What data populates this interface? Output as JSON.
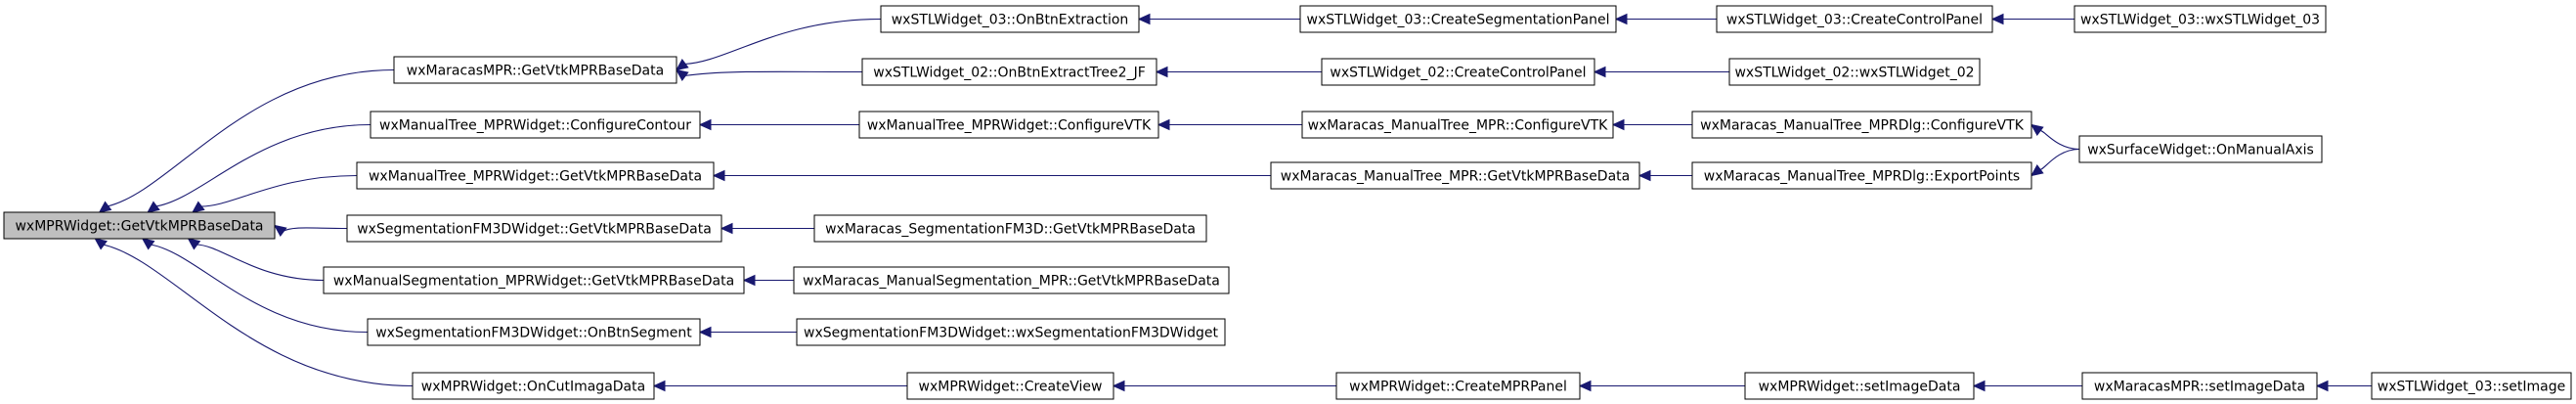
{
  "graph": {
    "root": "n0",
    "nodes": [
      {
        "id": "n0",
        "label": "wxMPRWidget::GetVtkMPRBaseData",
        "highlighted": true
      },
      {
        "id": "n1",
        "label": "wxMaracasMPR::GetVtkMPRBaseData"
      },
      {
        "id": "n2",
        "label": "wxManualTree_MPRWidget::ConfigureContour"
      },
      {
        "id": "n3",
        "label": "wxManualTree_MPRWidget::GetVtkMPRBaseData"
      },
      {
        "id": "n4",
        "label": "wxSegmentationFM3DWidget::GetVtkMPRBaseData"
      },
      {
        "id": "n5",
        "label": "wxManualSegmentation_MPRWidget::GetVtkMPRBaseData"
      },
      {
        "id": "n6",
        "label": "wxSegmentationFM3DWidget::OnBtnSegment"
      },
      {
        "id": "n7",
        "label": "wxMPRWidget::OnCutImagaData"
      },
      {
        "id": "n8",
        "label": "wxSTLWidget_03::OnBtnExtraction"
      },
      {
        "id": "n9",
        "label": "wxSTLWidget_02::OnBtnExtractTree2_JF"
      },
      {
        "id": "n10",
        "label": "wxManualTree_MPRWidget::ConfigureVTK"
      },
      {
        "id": "n11",
        "label": "wxMaracas_ManualTree_MPR::GetVtkMPRBaseData"
      },
      {
        "id": "n12",
        "label": "wxMaracas_SegmentationFM3D::GetVtkMPRBaseData"
      },
      {
        "id": "n13",
        "label": "wxMaracas_ManualSegmentation_MPR::GetVtkMPRBaseData"
      },
      {
        "id": "n14",
        "label": "wxSegmentationFM3DWidget::wxSegmentationFM3DWidget"
      },
      {
        "id": "n15",
        "label": "wxMPRWidget::CreateView"
      },
      {
        "id": "n16",
        "label": "wxSTLWidget_03::CreateSegmentationPanel"
      },
      {
        "id": "n17",
        "label": "wxSTLWidget_02::CreateControlPanel"
      },
      {
        "id": "n18",
        "label": "wxMaracas_ManualTree_MPR::ConfigureVTK"
      },
      {
        "id": "n19",
        "label": "wxMPRWidget::CreateMPRPanel"
      },
      {
        "id": "n20",
        "label": "wxSTLWidget_03::CreateControlPanel"
      },
      {
        "id": "n21",
        "label": "wxSTLWidget_02::wxSTLWidget_02"
      },
      {
        "id": "n22",
        "label": "wxMaracas_ManualTree_MPRDlg::ConfigureVTK"
      },
      {
        "id": "n23",
        "label": "wxMaracas_ManualTree_MPRDlg::ExportPoints"
      },
      {
        "id": "n24",
        "label": "wxMPRWidget::setImageData"
      },
      {
        "id": "n25",
        "label": "wxSTLWidget_03::wxSTLWidget_03"
      },
      {
        "id": "n26",
        "label": "wxSurfaceWidget::OnManualAxis"
      },
      {
        "id": "n27",
        "label": "wxMaracasMPR::setImageData"
      },
      {
        "id": "n28",
        "label": "wxSTLWidget_03::setImage"
      }
    ],
    "edges": [
      {
        "from": "n1",
        "to": "n0"
      },
      {
        "from": "n2",
        "to": "n0"
      },
      {
        "from": "n3",
        "to": "n0"
      },
      {
        "from": "n4",
        "to": "n0"
      },
      {
        "from": "n5",
        "to": "n0"
      },
      {
        "from": "n6",
        "to": "n0"
      },
      {
        "from": "n7",
        "to": "n0"
      },
      {
        "from": "n8",
        "to": "n1"
      },
      {
        "from": "n9",
        "to": "n1"
      },
      {
        "from": "n10",
        "to": "n2"
      },
      {
        "from": "n11",
        "to": "n3"
      },
      {
        "from": "n12",
        "to": "n4"
      },
      {
        "from": "n13",
        "to": "n5"
      },
      {
        "from": "n14",
        "to": "n6"
      },
      {
        "from": "n15",
        "to": "n7"
      },
      {
        "from": "n16",
        "to": "n8"
      },
      {
        "from": "n17",
        "to": "n9"
      },
      {
        "from": "n18",
        "to": "n10"
      },
      {
        "from": "n23",
        "to": "n11"
      },
      {
        "from": "n19",
        "to": "n15"
      },
      {
        "from": "n20",
        "to": "n16"
      },
      {
        "from": "n21",
        "to": "n17"
      },
      {
        "from": "n22",
        "to": "n18"
      },
      {
        "from": "n24",
        "to": "n19"
      },
      {
        "from": "n25",
        "to": "n20"
      },
      {
        "from": "n26",
        "to": "n22"
      },
      {
        "from": "n26",
        "to": "n23"
      },
      {
        "from": "n27",
        "to": "n24"
      },
      {
        "from": "n28",
        "to": "n27"
      }
    ]
  }
}
